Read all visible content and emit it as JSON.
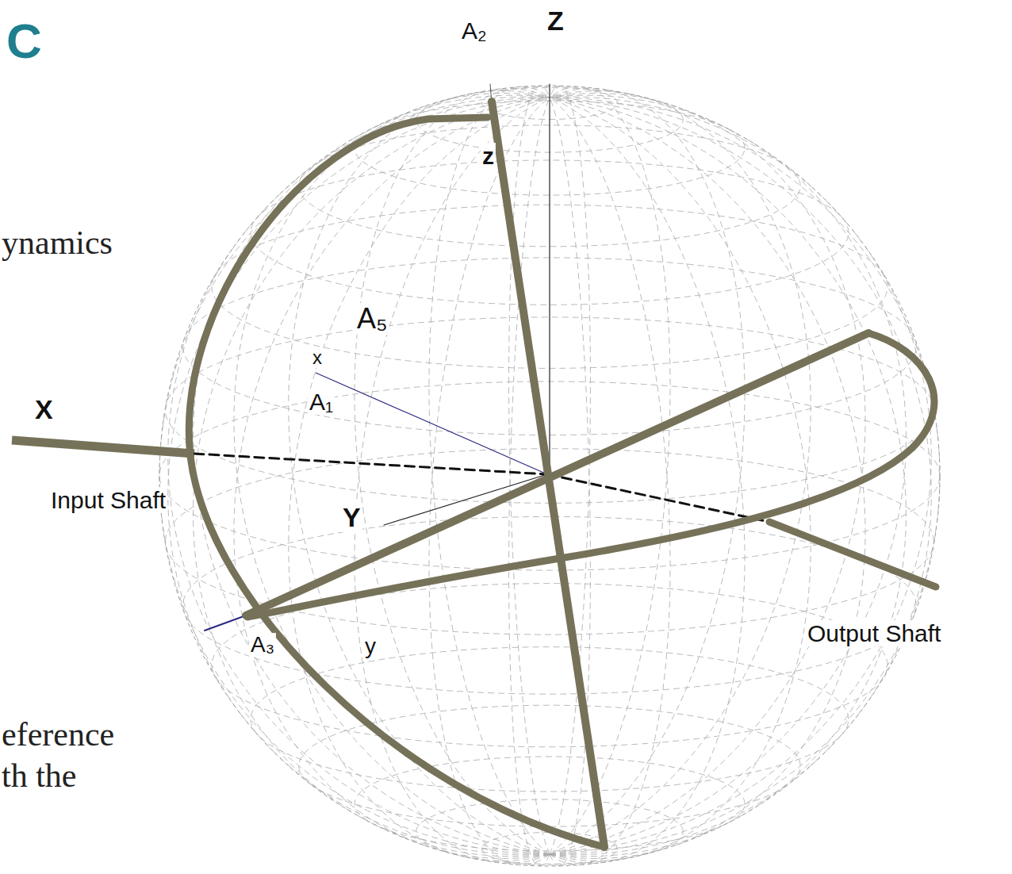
{
  "diagram": {
    "labels": [
      "C",
      "A₂",
      "Z",
      "z",
      "ynamics",
      "A₅",
      "x",
      "A₁",
      "X",
      "Input Shaft",
      "Y",
      "A₃",
      "y",
      "Output Shaft",
      "eference",
      "th the"
    ]
  }
}
